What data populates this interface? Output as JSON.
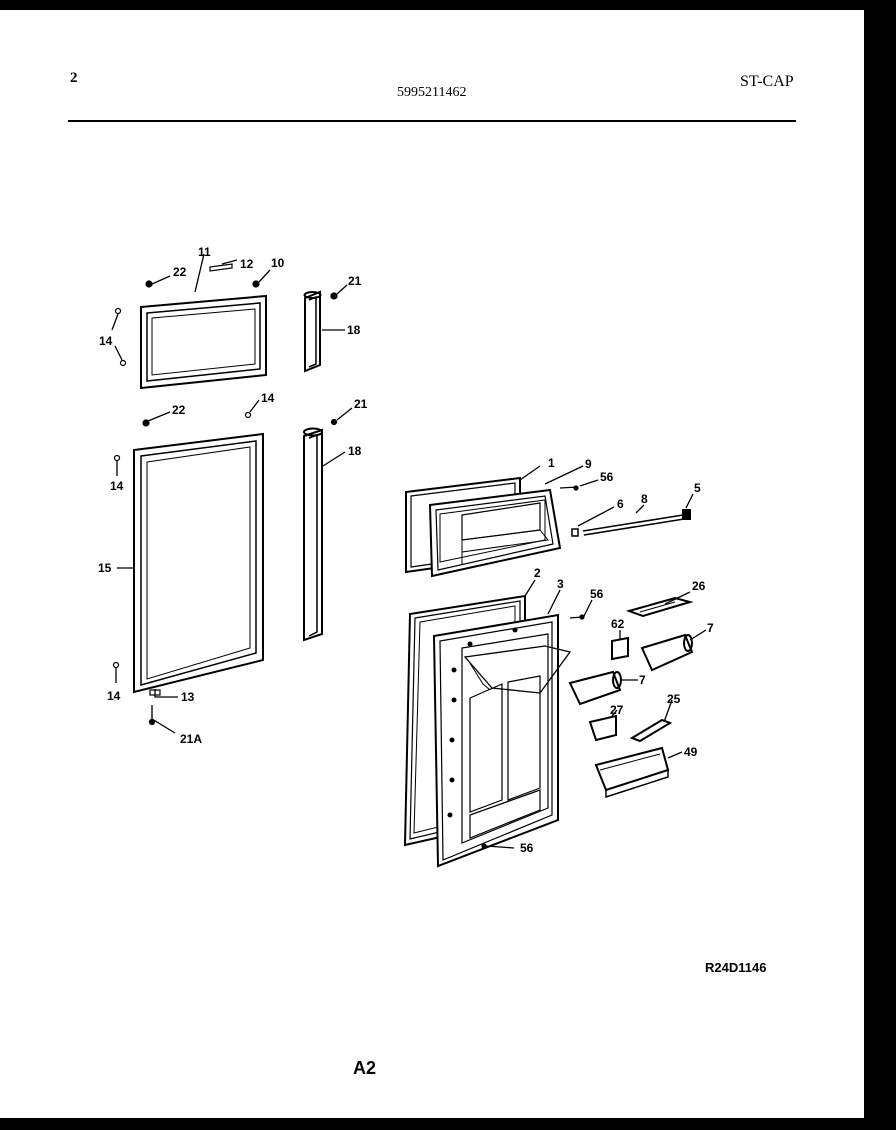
{
  "header": {
    "page_number": "2",
    "part_number": "5995211462",
    "model_code": "ST-CAP"
  },
  "footer": {
    "reference_code": "R24D1146",
    "page_label": "A2"
  },
  "callouts": {
    "freezer_top_screw": "22",
    "freezer_gasket": "11",
    "freezer_plug": "12",
    "freezer_screw": "10",
    "freezer_handle_screw": "21",
    "freezer_handle": "18",
    "freezer_hinge_pin_a": "14",
    "fresh_top_screw": "22",
    "fresh_top_pin": "14",
    "fresh_handle_screw": "21",
    "fresh_handle": "18",
    "fresh_side_pin_a": "14",
    "fresh_gasket": "15",
    "fresh_bottom_pin": "14",
    "fresh_bottom_washer": "13",
    "fresh_bottom_screw": "21A",
    "freezer_door": "1",
    "freezer_liner": "9",
    "freezer_screw_b": "56",
    "rack_end_left": "6",
    "rack_rod": "8",
    "rack_end_right": "5",
    "fresh_door": "2",
    "fresh_liner": "3",
    "fresh_screw": "56",
    "egg_tray": "26",
    "dairy_door": "62",
    "dairy_bin": "7",
    "butter_bin": "7",
    "shelf_retainer": "25",
    "bin_clip": "27",
    "door_bin": "49",
    "bottom_screw": "56"
  }
}
